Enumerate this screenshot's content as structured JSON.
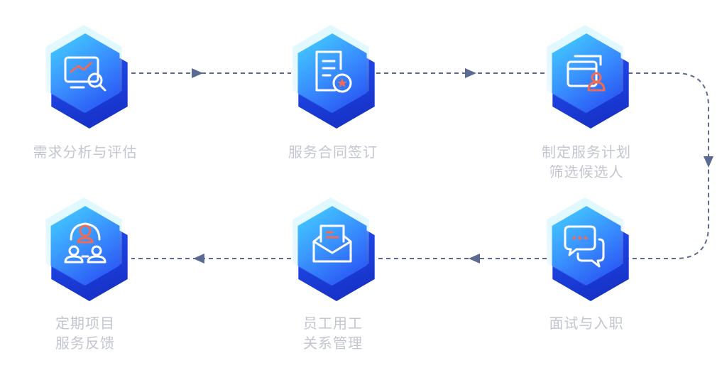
{
  "colors": {
    "connector": "#5a6a91",
    "label": "#c3c6d0",
    "icon_stroke": "#ffffff",
    "icon_accent": "#f06a55",
    "hex_front_top": "#36c9ff",
    "hex_front_bottom": "#2a6cff",
    "hex_back": "#1e4de8",
    "hex_glow": "#8ee6ff"
  },
  "steps": [
    {
      "id": "s1",
      "icon": "chart-search-icon",
      "lines": [
        "需求分析与评估"
      ]
    },
    {
      "id": "s2",
      "icon": "contract-icon",
      "lines": [
        "服务合同签订"
      ]
    },
    {
      "id": "s3",
      "icon": "candidate-window-icon",
      "lines": [
        "制定服务计划",
        "筛选候选人"
      ]
    },
    {
      "id": "s4",
      "icon": "chat-bubbles-icon",
      "lines": [
        "面试与入职"
      ]
    },
    {
      "id": "s5",
      "icon": "mail-inbox-icon",
      "lines": [
        "员工用工",
        "关系管理"
      ]
    },
    {
      "id": "s6",
      "icon": "team-feedback-icon",
      "lines": [
        "定期项目",
        "服务反馈"
      ]
    }
  ]
}
